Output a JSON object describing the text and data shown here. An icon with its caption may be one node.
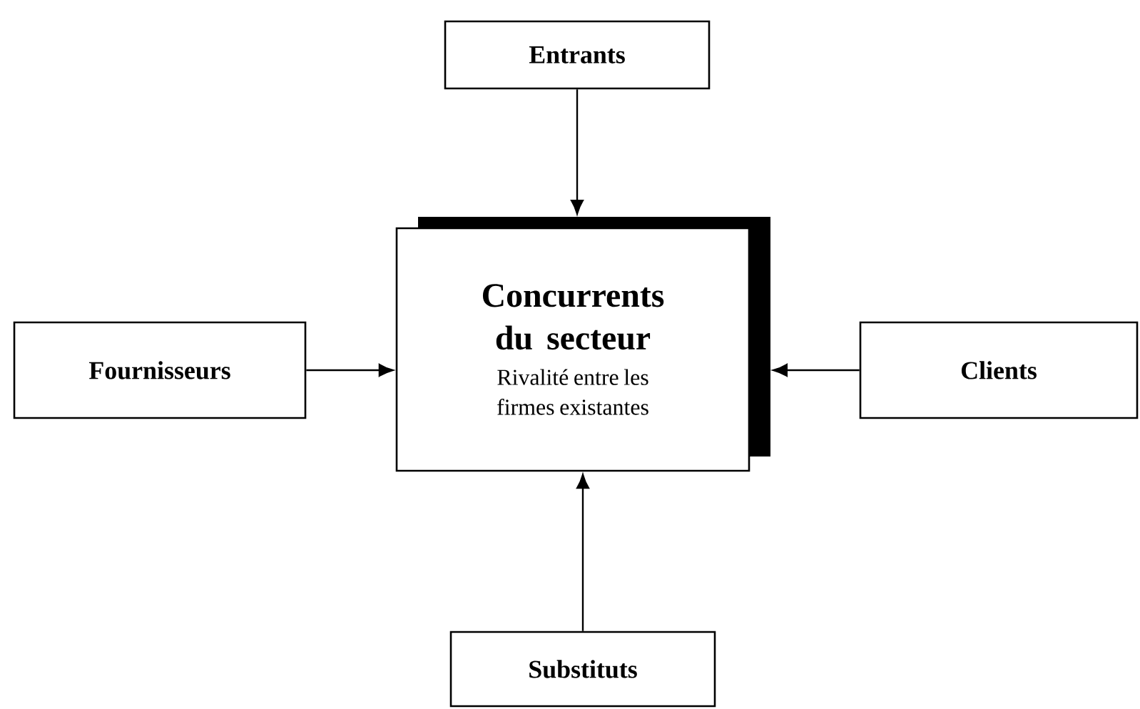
{
  "diagram": {
    "nodes": [
      {
        "text": [
          "Entrants"
        ]
      },
      {
        "text": [
          "Concurrents du secteur",
          "Rivalité entre les firmes existantes"
        ]
      },
      {
        "text": [
          "Fournisseurs"
        ]
      },
      {
        "text": [
          "Clients"
        ]
      },
      {
        "text": [
          "Substituts"
        ]
      }
    ],
    "edges": [
      {
        "from": 0,
        "to": 1,
        "arrow": "to"
      },
      {
        "from": 2,
        "to": 1,
        "arrow": "to"
      },
      {
        "from": 3,
        "to": 1,
        "arrow": "to"
      },
      {
        "from": 4,
        "to": 1,
        "arrow": "to"
      }
    ]
  }
}
